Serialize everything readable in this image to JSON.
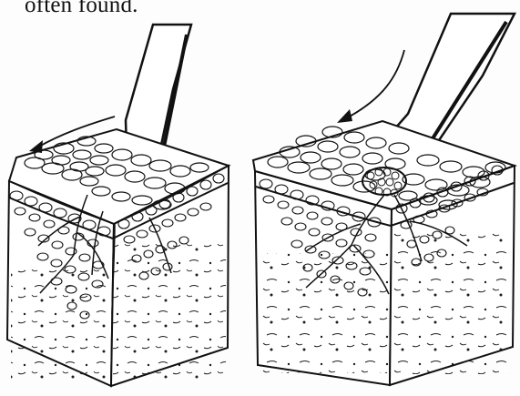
{
  "caption": {
    "fragment": "often found."
  },
  "figure": {
    "panels": [
      {
        "name": "left-tissue-block",
        "arrow": "left"
      },
      {
        "name": "right-tissue-block",
        "arrow": "left"
      }
    ],
    "colors": {
      "ink": "#111111",
      "paper": "#fdfdfd"
    }
  }
}
